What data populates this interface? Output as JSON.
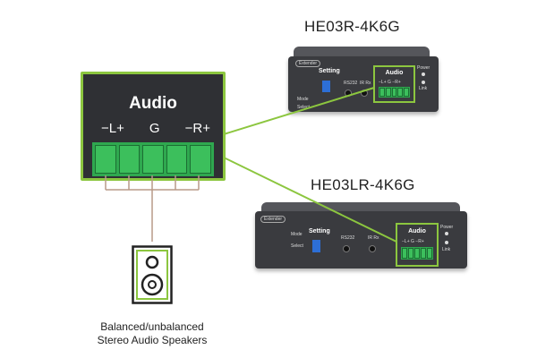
{
  "callout": {
    "title": "Audio",
    "pins": [
      "−L+",
      "G",
      "−R+"
    ]
  },
  "speaker_caption": [
    "Balanced/unbalanced",
    "Stereo Audio Speakers"
  ],
  "device_top": {
    "model": "HE03R-4K6G",
    "badge": "Extender",
    "setting": "Setting",
    "rs232": "RS232",
    "ir": "IR Rx",
    "audio": "Audio",
    "audio_pins": "−L+ G −R+",
    "power": "Power",
    "link": "Link",
    "mode": "Mode",
    "select": "Select"
  },
  "device_bottom": {
    "model": "HE03LR-4K6G",
    "badge": "Extender",
    "setting": "Setting",
    "rs232": "RS232",
    "ir": "IR Rx",
    "audio": "Audio",
    "audio_pins": "−L+ G −R+",
    "power": "Power",
    "link": "Link",
    "mode": "Mode",
    "select": "Select"
  },
  "colors": {
    "accent": "#8cc63f",
    "terminal": "#3cbf5c",
    "device": "#3a3b3f"
  }
}
